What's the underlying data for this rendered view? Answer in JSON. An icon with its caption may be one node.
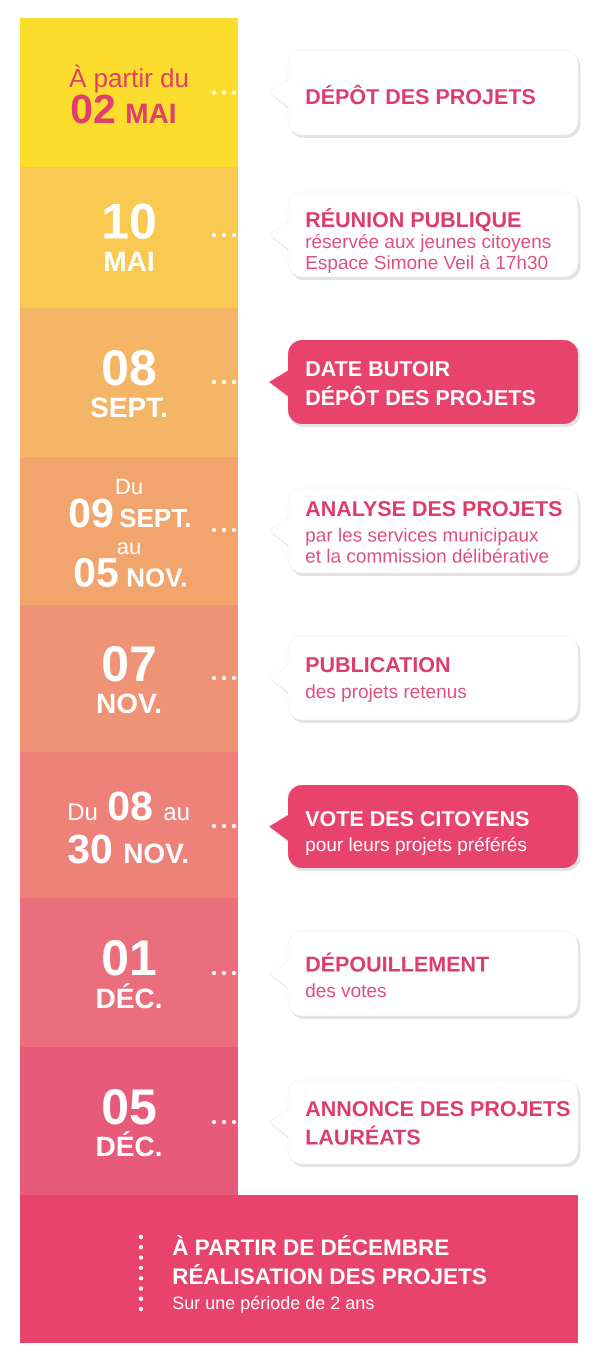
{
  "diagram": {
    "nodes": [
      {
        "text": [
          "À partir du",
          "02",
          "MAI"
        ]
      },
      {
        "text": [
          "DÉPÔT DES PROJETS"
        ]
      },
      {
        "text": [
          "10",
          "MAI"
        ]
      },
      {
        "text": [
          "RÉUNION PUBLIQUE",
          "réservée aux jeunes citoyens Espace Simone Veil à 17h30"
        ]
      },
      {
        "text": [
          "08",
          "SEPT."
        ]
      },
      {
        "text": [
          "DATE BUTOIR",
          "DÉPÔT DES PROJETS"
        ]
      },
      {
        "text": [
          "Du",
          "09",
          "SEPT.",
          "au",
          "05",
          "NOV."
        ]
      },
      {
        "text": [
          "ANALYSE DES PROJETS",
          "par les services municipaux et la commission délibérative"
        ]
      },
      {
        "text": [
          "07",
          "NOV."
        ]
      },
      {
        "text": [
          "PUBLICATION",
          "des projets retenus"
        ]
      },
      {
        "text": [
          "Du",
          "08",
          "au",
          "30",
          "NOV."
        ]
      },
      {
        "text": [
          "VOTE DES CITOYENS",
          "pour leurs projets préférés"
        ]
      },
      {
        "text": [
          "01",
          "DÉC."
        ]
      },
      {
        "text": [
          "DÉPOUILLEMENT",
          "des votes"
        ]
      },
      {
        "text": [
          "05",
          "DÉC."
        ]
      },
      {
        "text": [
          "ANNONCE DES PROJETS LAURÉATS"
        ]
      },
      {
        "text": [
          "À PARTIR DE DÉCEMBRE",
          "RÉALISATION DES PROJETS",
          "Sur une période de 2 ans"
        ]
      }
    ]
  }
}
